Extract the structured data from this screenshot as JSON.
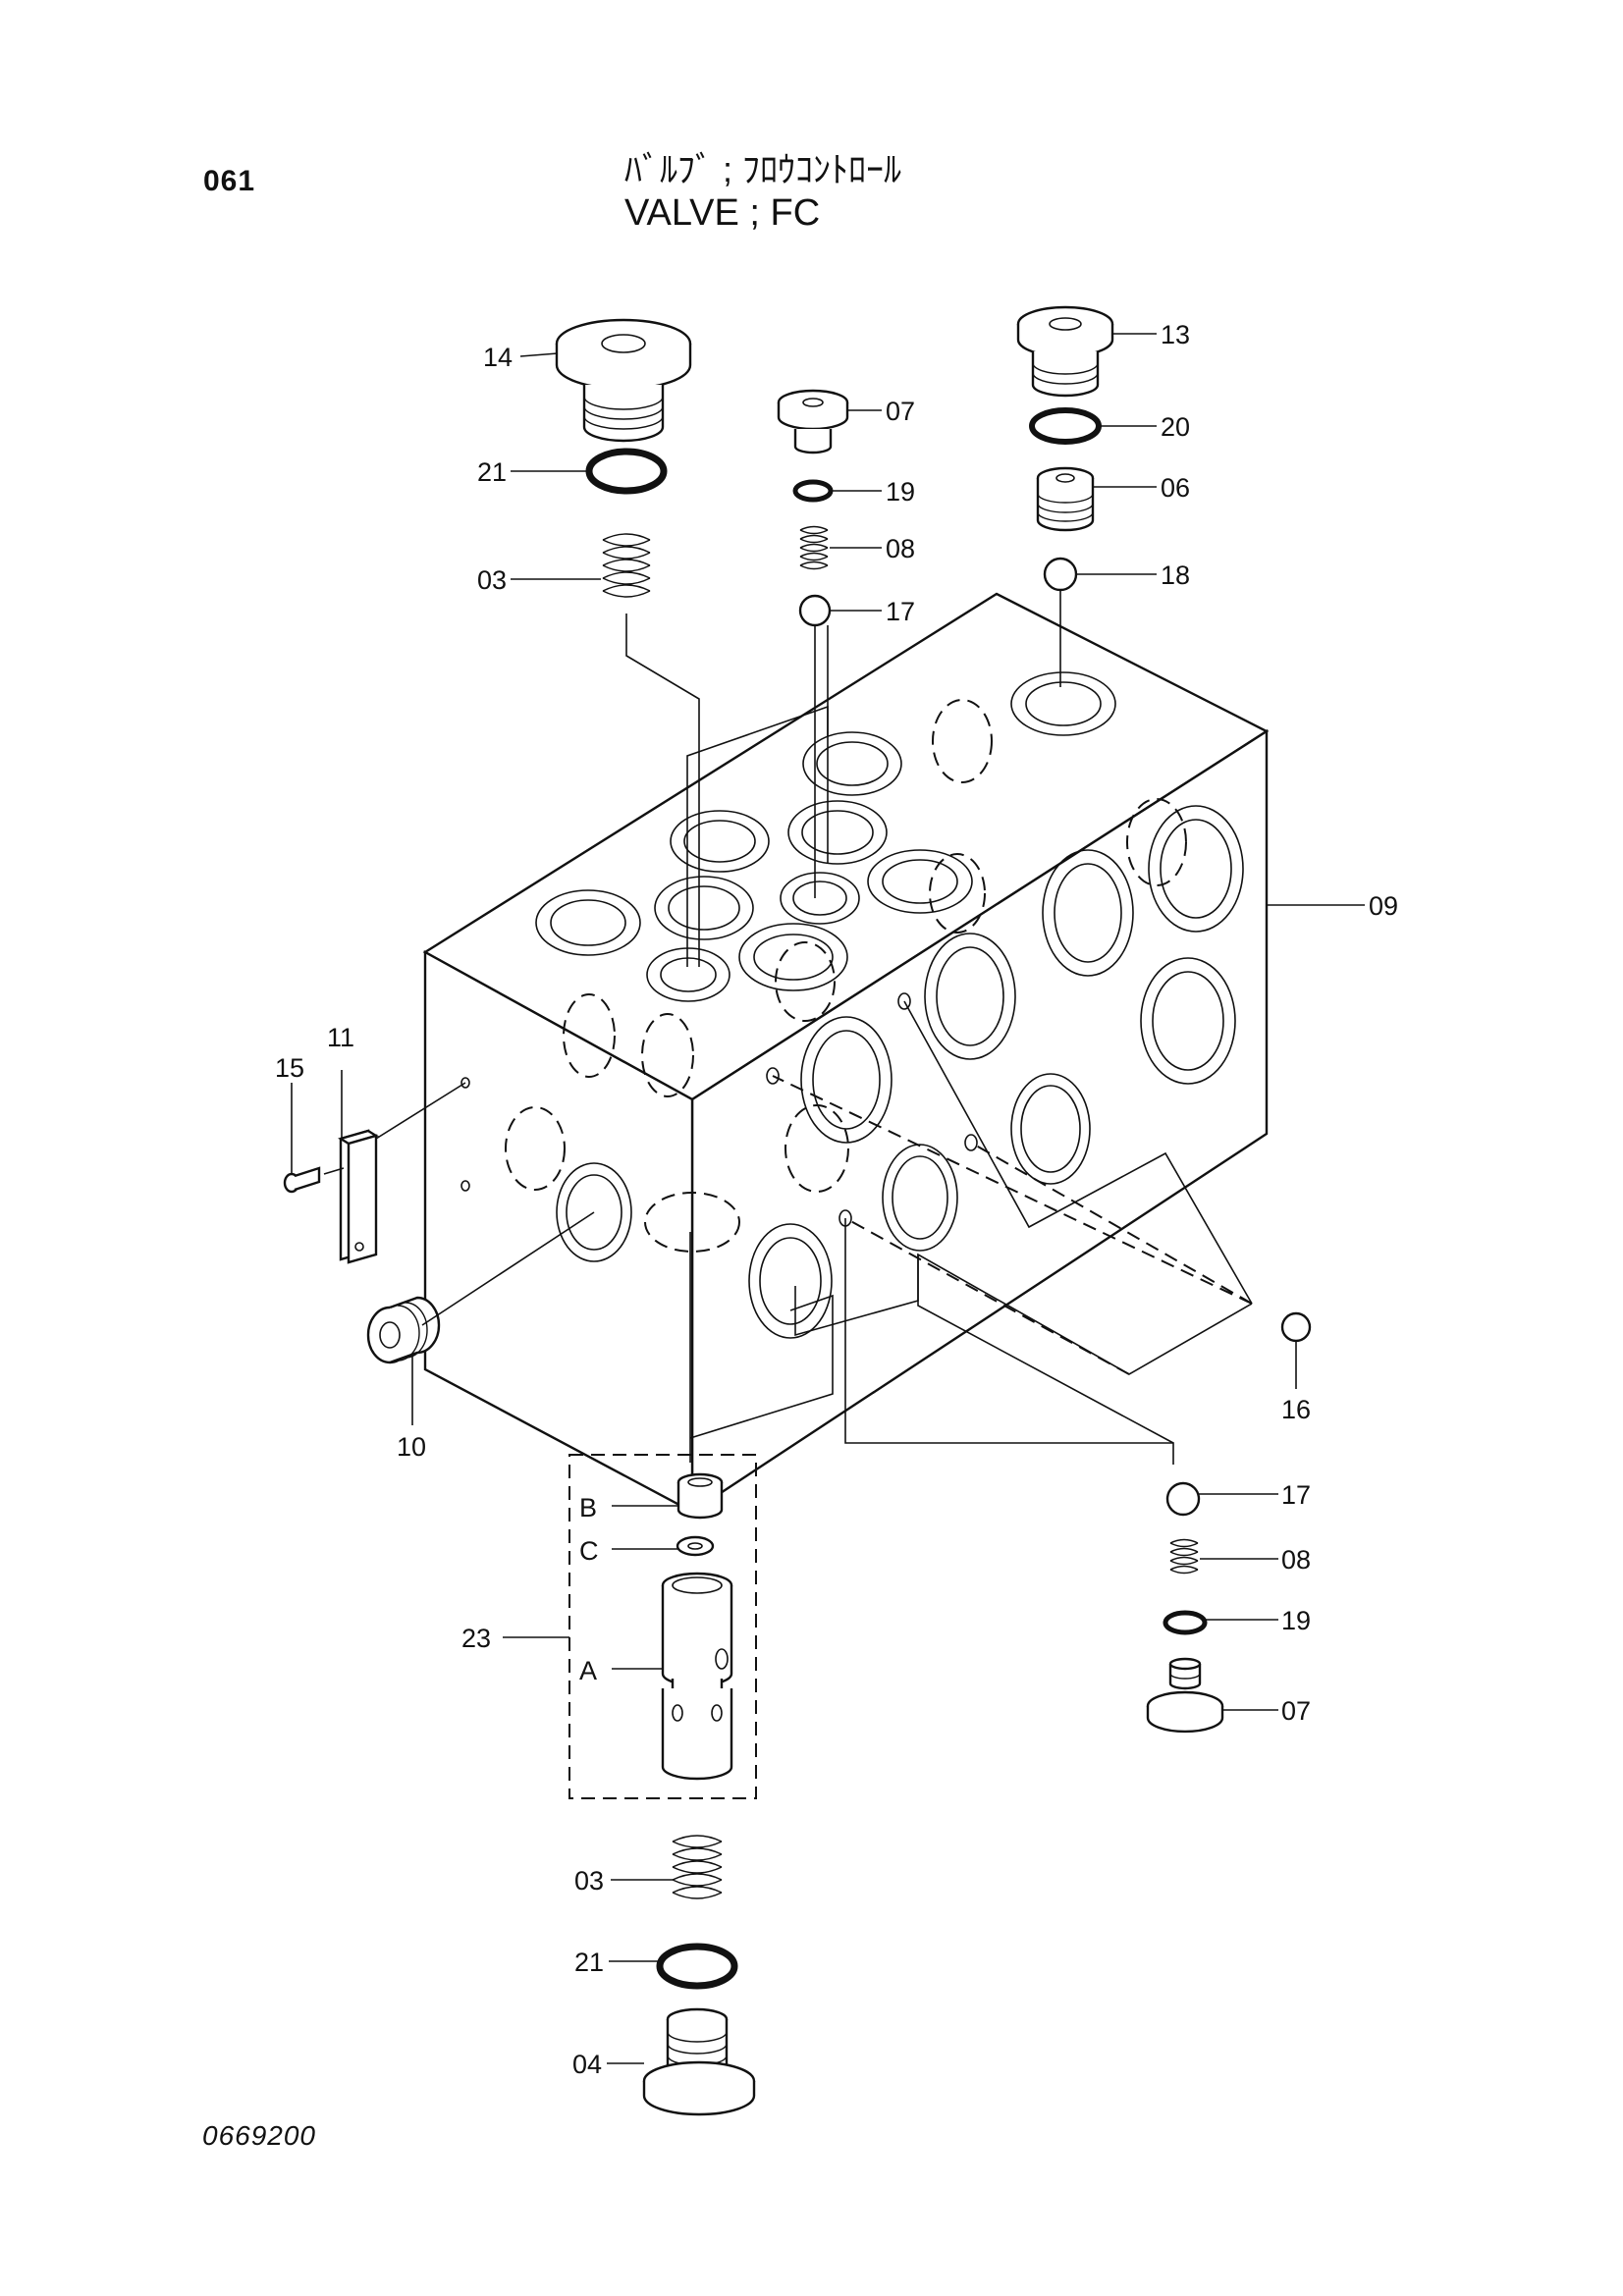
{
  "header": {
    "page_number": "061",
    "title_jp": "ﾊﾞﾙﾌﾞ ; ﾌﾛｳｺﾝﾄﾛｰﾙ",
    "title_en": "VALVE ; FC"
  },
  "callouts": {
    "c14": "14",
    "c21a": "21",
    "c03a": "03",
    "c07a": "07",
    "c19a": "19",
    "c08a": "08",
    "c17a": "17",
    "c13": "13",
    "c20": "20",
    "c06": "06",
    "c18": "18",
    "c09": "09",
    "c11": "11",
    "c15": "15",
    "c10": "10",
    "c16": "16",
    "c17b": "17",
    "c08b": "08",
    "c19b": "19",
    "c07b": "07",
    "c23": "23",
    "cB": "B",
    "cC": "C",
    "cA": "A",
    "c03b": "03",
    "c21b": "21",
    "c04": "04"
  },
  "footer": {
    "drawing_number": "0669200"
  }
}
